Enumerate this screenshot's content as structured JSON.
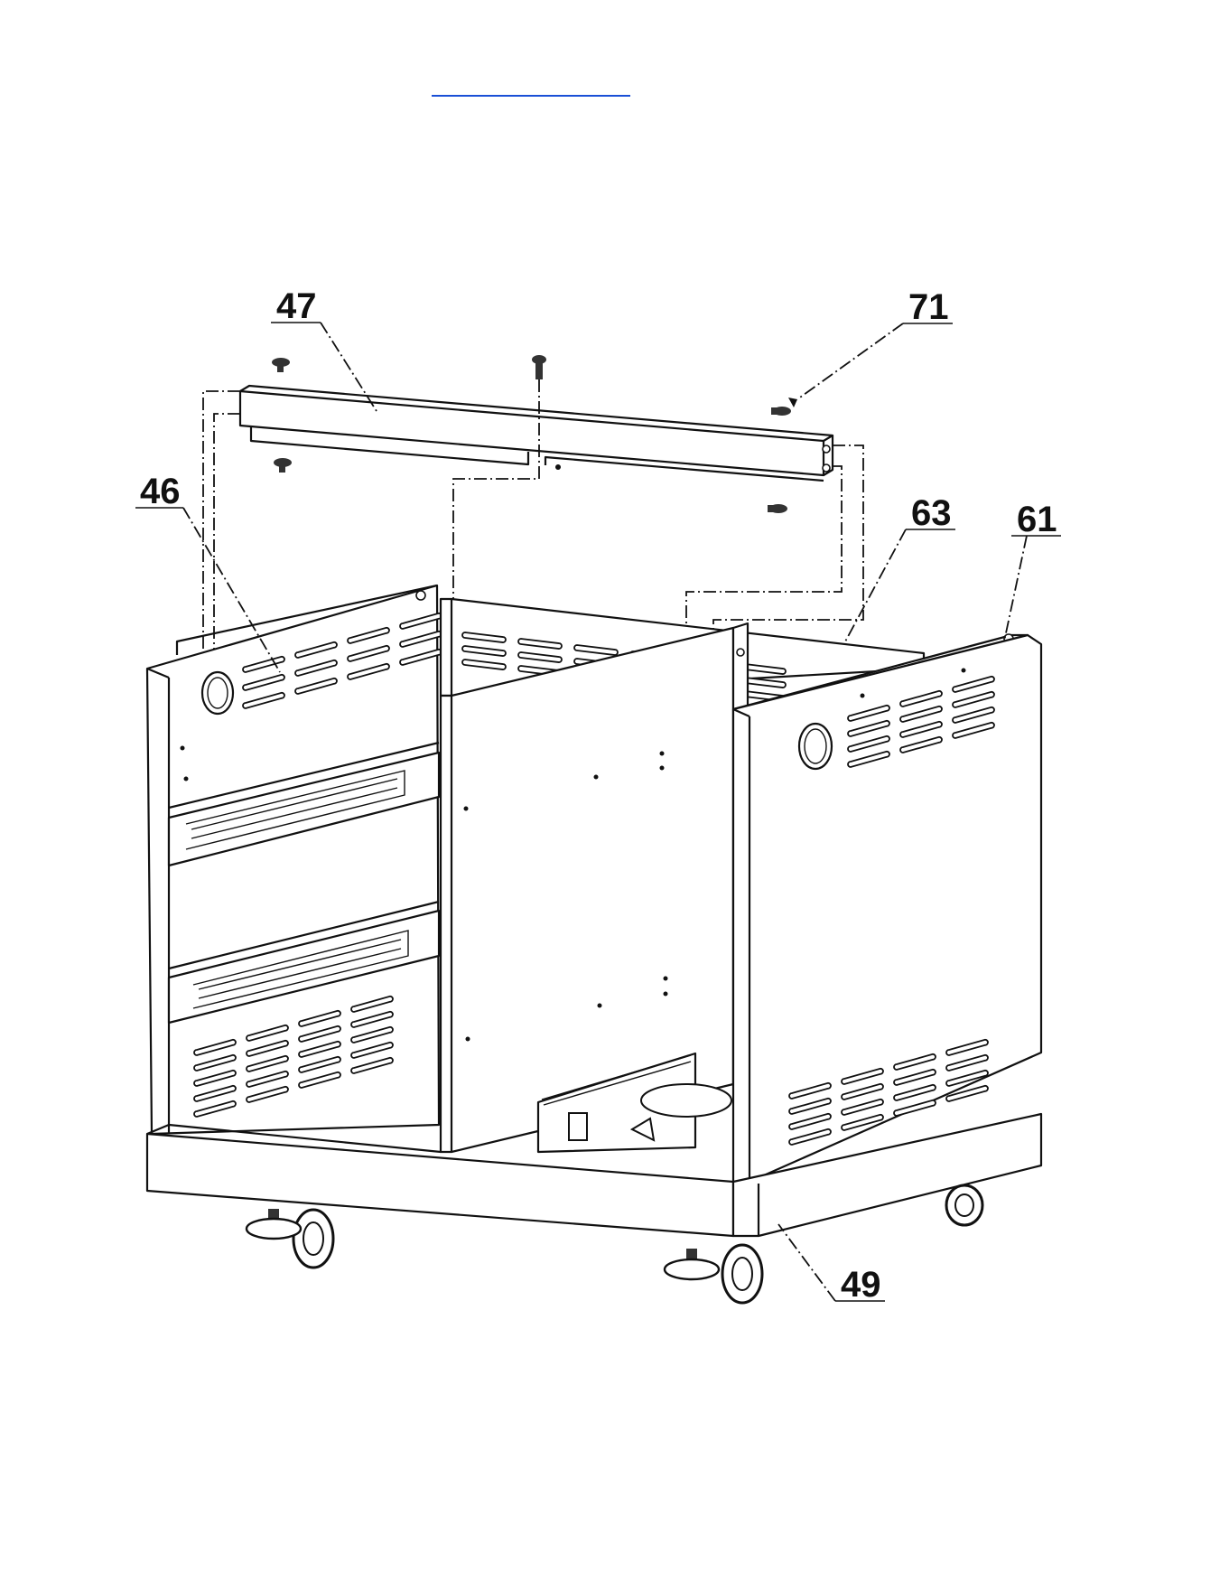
{
  "header": {
    "link_text": ""
  },
  "parts": {
    "p47": "47",
    "p71": "71",
    "p46": "46",
    "p63": "63",
    "p61": "61",
    "p49": "49"
  },
  "colors": {
    "line": "#111111",
    "link": "#1a4fd6",
    "background": "#ffffff"
  }
}
